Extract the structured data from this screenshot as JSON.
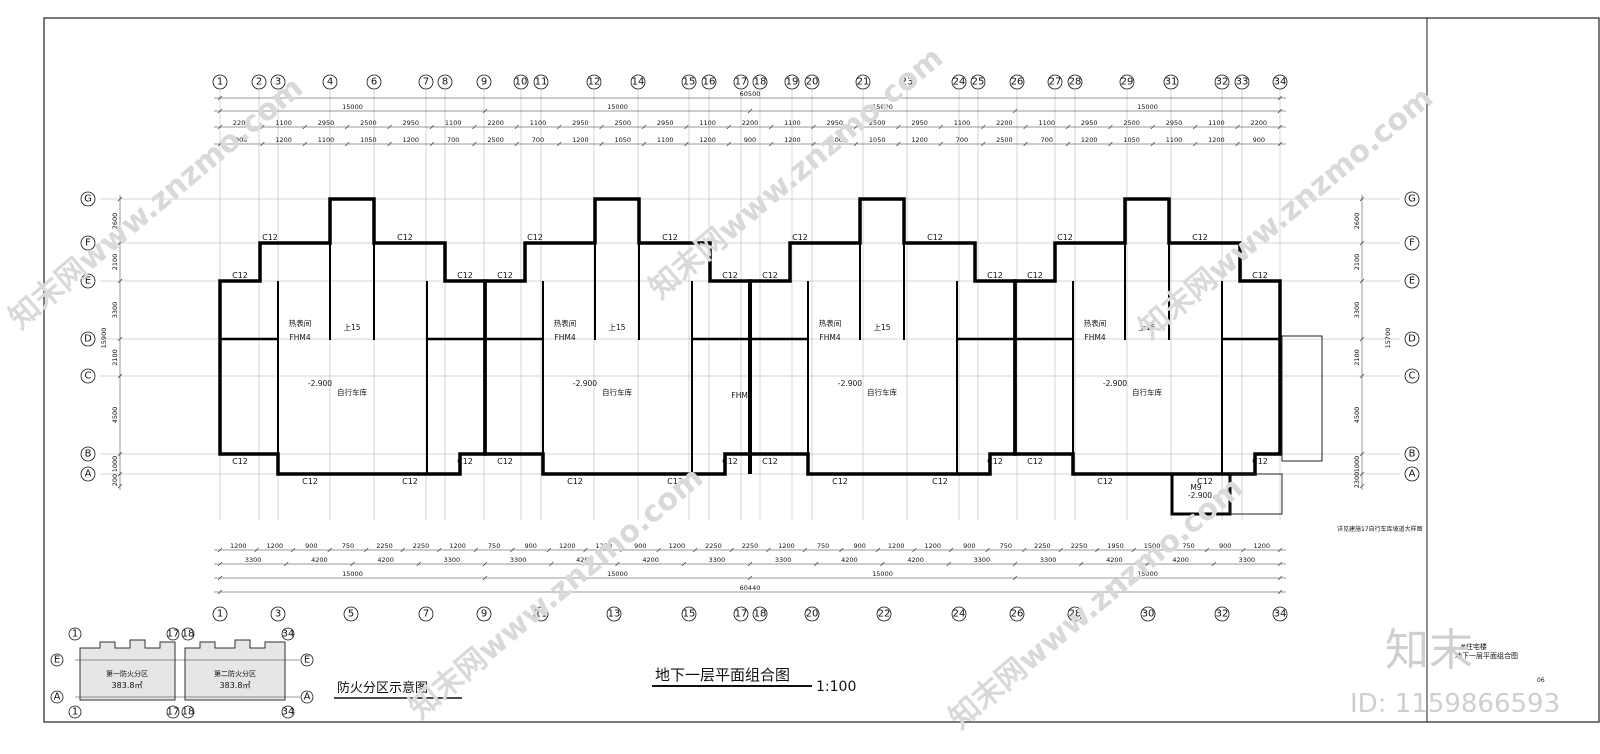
{
  "drawing": {
    "title": "地下一层平面组合图",
    "scale": "1:100",
    "inset_title": "防火分区示意图",
    "title_block": {
      "project": "#住宅楼",
      "sheet_name": "地下一层平面组合图",
      "sheet_no": "06"
    },
    "top_axis_labels": [
      "1",
      "2",
      "3",
      "4",
      "6",
      "7",
      "8",
      "9",
      "10",
      "11",
      "12",
      "14",
      "15",
      "16",
      "17",
      "18",
      "19",
      "20",
      "21",
      "23",
      "24",
      "25",
      "26",
      "27",
      "28",
      "29",
      "31",
      "32",
      "33",
      "34"
    ],
    "bottom_axis_labels": [
      "1",
      "3",
      "5",
      "7",
      "9",
      "11",
      "13",
      "15",
      "17",
      "18",
      "20",
      "22",
      "24",
      "26",
      "28",
      "30",
      "32",
      "34"
    ],
    "row_axis_labels": [
      "G",
      "F",
      "E",
      "D",
      "C",
      "B",
      "A"
    ],
    "overall_top": "60500",
    "overall_bottom": "60440",
    "segments_top": [
      "15000",
      "15000",
      "15000",
      "15000"
    ],
    "segments_bottom": [
      "15000",
      "15000",
      "15000",
      "15000"
    ],
    "dim_row1": [
      "2200",
      "1100",
      "2950",
      "2500",
      "2950",
      "1100",
      "2200",
      "1100",
      "2950",
      "2500",
      "2950",
      "1100",
      "2200",
      "1100",
      "2950",
      "2500",
      "2950",
      "1100",
      "2200",
      "1100",
      "2950",
      "2500",
      "2950",
      "1100",
      "2200"
    ],
    "dim_row2": [
      "900",
      "1200",
      "1100",
      "1050",
      "1200",
      "700",
      "2500",
      "700",
      "1200",
      "1050",
      "1100",
      "1200",
      "900",
      "1200",
      "1100",
      "1050",
      "1200",
      "700",
      "2500",
      "700",
      "1200",
      "1050",
      "1100",
      "1200",
      "900"
    ],
    "dim_bottom1": [
      "1200",
      "1200",
      "900",
      "750",
      "2250",
      "2250",
      "1200",
      "750",
      "900",
      "1200",
      "1200",
      "900",
      "1200",
      "2250",
      "2250",
      "1200",
      "750",
      "900",
      "1200",
      "1200",
      "900",
      "750",
      "2250",
      "2250",
      "1950",
      "1500",
      "750",
      "900",
      "1200"
    ],
    "dim_bottom2": [
      "3300",
      "4200",
      "4200",
      "3300",
      "3300",
      "4200",
      "4200",
      "3300",
      "3300",
      "4200",
      "4200",
      "3300",
      "3300",
      "4200",
      "4200",
      "3300"
    ],
    "left_dims": [
      "2600",
      "2100",
      "3300",
      "2100",
      "4500",
      "1000",
      "200"
    ],
    "right_dims": [
      "2600",
      "2100",
      "3300",
      "2100",
      "4500",
      "1000",
      "2300"
    ],
    "left_total": "15900",
    "right_total": "15700",
    "window_tag": "C12",
    "bike_room": "自行车库",
    "level": "-2.900",
    "door_fhm4": "FHM4",
    "door_fhm5": "FHM5",
    "door_m9": "M9",
    "stair_mark": "上15",
    "valve_room": "热表间",
    "note": "详见建施17自行车库坡道大样图",
    "zone1": {
      "name": "第一防火分区",
      "area": "383.8㎡"
    },
    "zone2": {
      "name": "第二防火分区",
      "area": "383.8㎡"
    },
    "inset_axes": [
      "1",
      "17",
      "18",
      "34",
      "E",
      "A"
    ],
    "watermark": "知末网www.znzmo.com",
    "logo_text": "知末",
    "id_text": "ID: 1159866593"
  }
}
